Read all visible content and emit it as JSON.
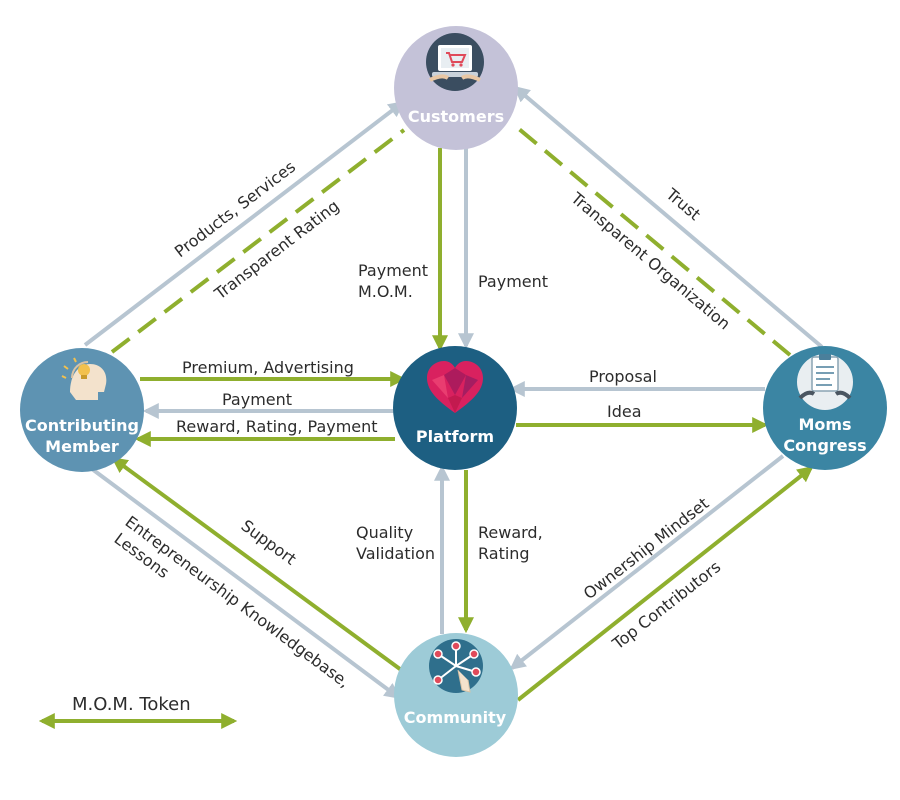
{
  "colors": {
    "green": "#8faf2e",
    "gray": "#b7c5d1",
    "customers": "#c4c2d8",
    "platform": "#1d5f82",
    "contributing": "#5e93b2",
    "moms": "#3b85a3",
    "community": "#9dcbd7"
  },
  "nodes": {
    "customers": {
      "label": "Customers",
      "icon": "shopping-cart-laptop-icon"
    },
    "platform": {
      "label": "Platform",
      "icon": "heart-icon"
    },
    "contributing": {
      "label_line1": "Contributing",
      "label_line2": "Member",
      "icon": "lightbulb-head-icon"
    },
    "moms": {
      "label_line1": "Moms",
      "label_line2": "Congress",
      "icon": "clipboard-icon"
    },
    "community": {
      "label": "Community",
      "icon": "network-hand-icon"
    }
  },
  "edges": {
    "products_services": "Products, Services",
    "transparent_rating": "Transparent Rating",
    "trust": "Trust",
    "transparent_organization": "Transparent Organization",
    "payment_mom_line1": "Payment",
    "payment_mom_line2": "M.O.M.",
    "payment_customers": "Payment",
    "premium_advertising": "Premium, Advertising",
    "payment_member": "Payment",
    "reward_rating_payment": "Reward, Rating, Payment",
    "proposal": "Proposal",
    "idea": "Idea",
    "quality_line1": "Quality",
    "quality_line2": "Validation",
    "reward_line1": "Reward,",
    "reward_line2": "Rating",
    "support": "Support",
    "entrepreneurship_line1": "Entrepreneurship Knowledgebase,",
    "entrepreneurship_line2": "Lessons",
    "ownership_mindset": "Ownership Mindset",
    "top_contributors": "Top Contributors"
  },
  "legend": {
    "label": "M.O.M. Token"
  }
}
